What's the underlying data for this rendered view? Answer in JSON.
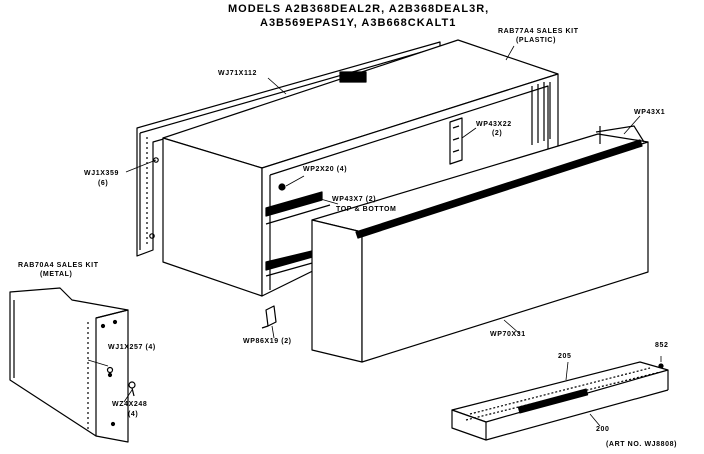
{
  "title": {
    "line1": "MODELS A2B368DEAL2R, A2B368DEAL3R,",
    "line2": "A3B569EPAS1Y, A3B668CKALT1"
  },
  "labels": {
    "rab77a4_kit": "RAB77A4 SALES KIT",
    "rab77a4_kit_sub": "(PLASTIC)",
    "wj71x112": "WJ71X112",
    "wp43x22": "WP43X22",
    "wp43x22_qty": "(2)",
    "wp43x1": "WP43X1",
    "wj1x359": "WJ1X359",
    "wj1x359_qty": "(6)",
    "wp2x20": "WP2X20 (4)",
    "wp43x7": "WP43X7 (2)",
    "wp43x7_sub": "TOP & BOTTOM",
    "rab70a4_kit": "RAB70A4 SALES KIT",
    "rab70a4_kit_sub": "(METAL)",
    "wj1x257": "WJ1X257 (4)",
    "wz4x248": "WZ4X248",
    "wz4x248_qty": "(4)",
    "wp86x19": "WP86X19 (2)",
    "wp70x31": "WP70X31",
    "part_852": "852",
    "part_205": "205",
    "part_200": "200",
    "art_no": "(ART NO. WJ8808)"
  },
  "colors": {
    "ink": "#000000",
    "paper": "#ffffff"
  }
}
